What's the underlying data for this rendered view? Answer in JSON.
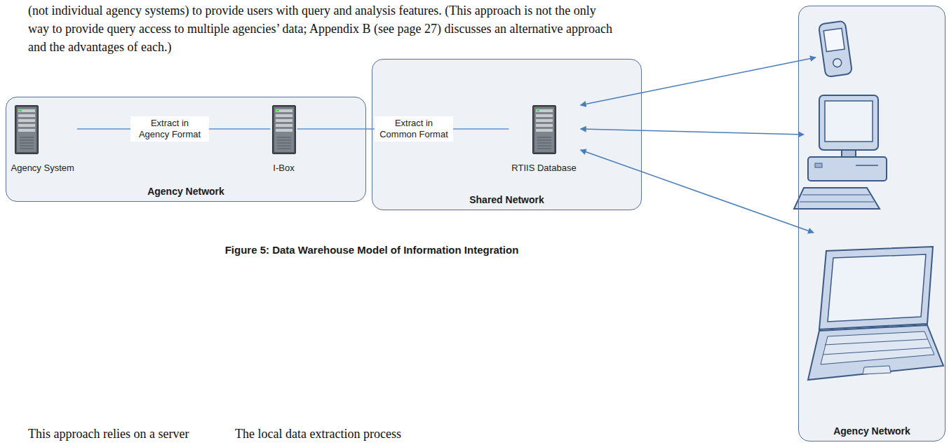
{
  "diagram": {
    "caption": "Figure 5: Data Warehouse Model of Information Integration",
    "nodes": [
      {
        "text": [
          "Agency Network"
        ]
      },
      {
        "text": [
          "Agency System"
        ],
        "in": 0
      },
      {
        "text": [
          "I-Box"
        ],
        "in": 0
      },
      {
        "text": [
          "Shared Network"
        ]
      },
      {
        "text": [
          "RTIIS Database"
        ],
        "in": 3
      },
      {
        "text": [
          "Agency Network"
        ]
      }
    ],
    "edges": [
      {
        "from": 1,
        "to": 2,
        "label": "Extract in Agency Format",
        "arrow": "none"
      },
      {
        "from": 2,
        "to": 4,
        "label": "Extract in Common Format",
        "arrow": "none"
      },
      {
        "from": 4,
        "to": 5,
        "arrow": "both"
      },
      {
        "from": 4,
        "to": 5,
        "arrow": "both"
      },
      {
        "from": 4,
        "to": 5,
        "arrow": "both"
      }
    ],
    "labels": [
      "(not individual agency systems) to provide users with query and analysis features. (This approach is not the only way to provide query access to multiple agencies’ data; Appendix B (see page 27) discusses an alternative approach and the advantages of each.)",
      "This approach relies on a server",
      "The local data extraction process"
    ]
  }
}
